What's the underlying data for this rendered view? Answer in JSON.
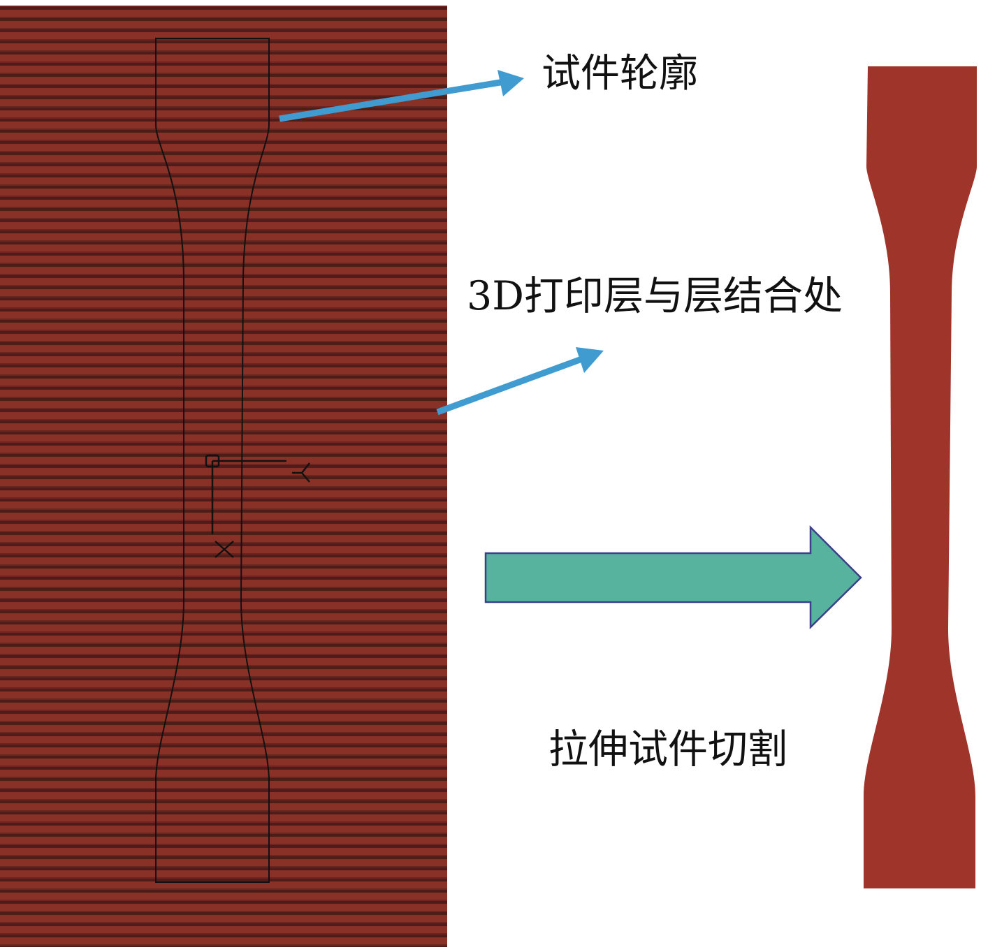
{
  "labels": {
    "specimen_outline": "试件轮廓",
    "layer_interface": "3D打印层与层结合处",
    "cutting": "拉伸试件切割"
  },
  "colors": {
    "printed_base": "#8a3127",
    "printed_stripe": "#4e1d18",
    "specimen": "#9f342a",
    "pointer_arrow": "#3f9bd0",
    "process_arrow_fill": "#57b39e",
    "process_arrow_stroke": "#3b3f8c"
  },
  "axes_marker": {
    "x_label": "X",
    "y_label": "Y"
  }
}
